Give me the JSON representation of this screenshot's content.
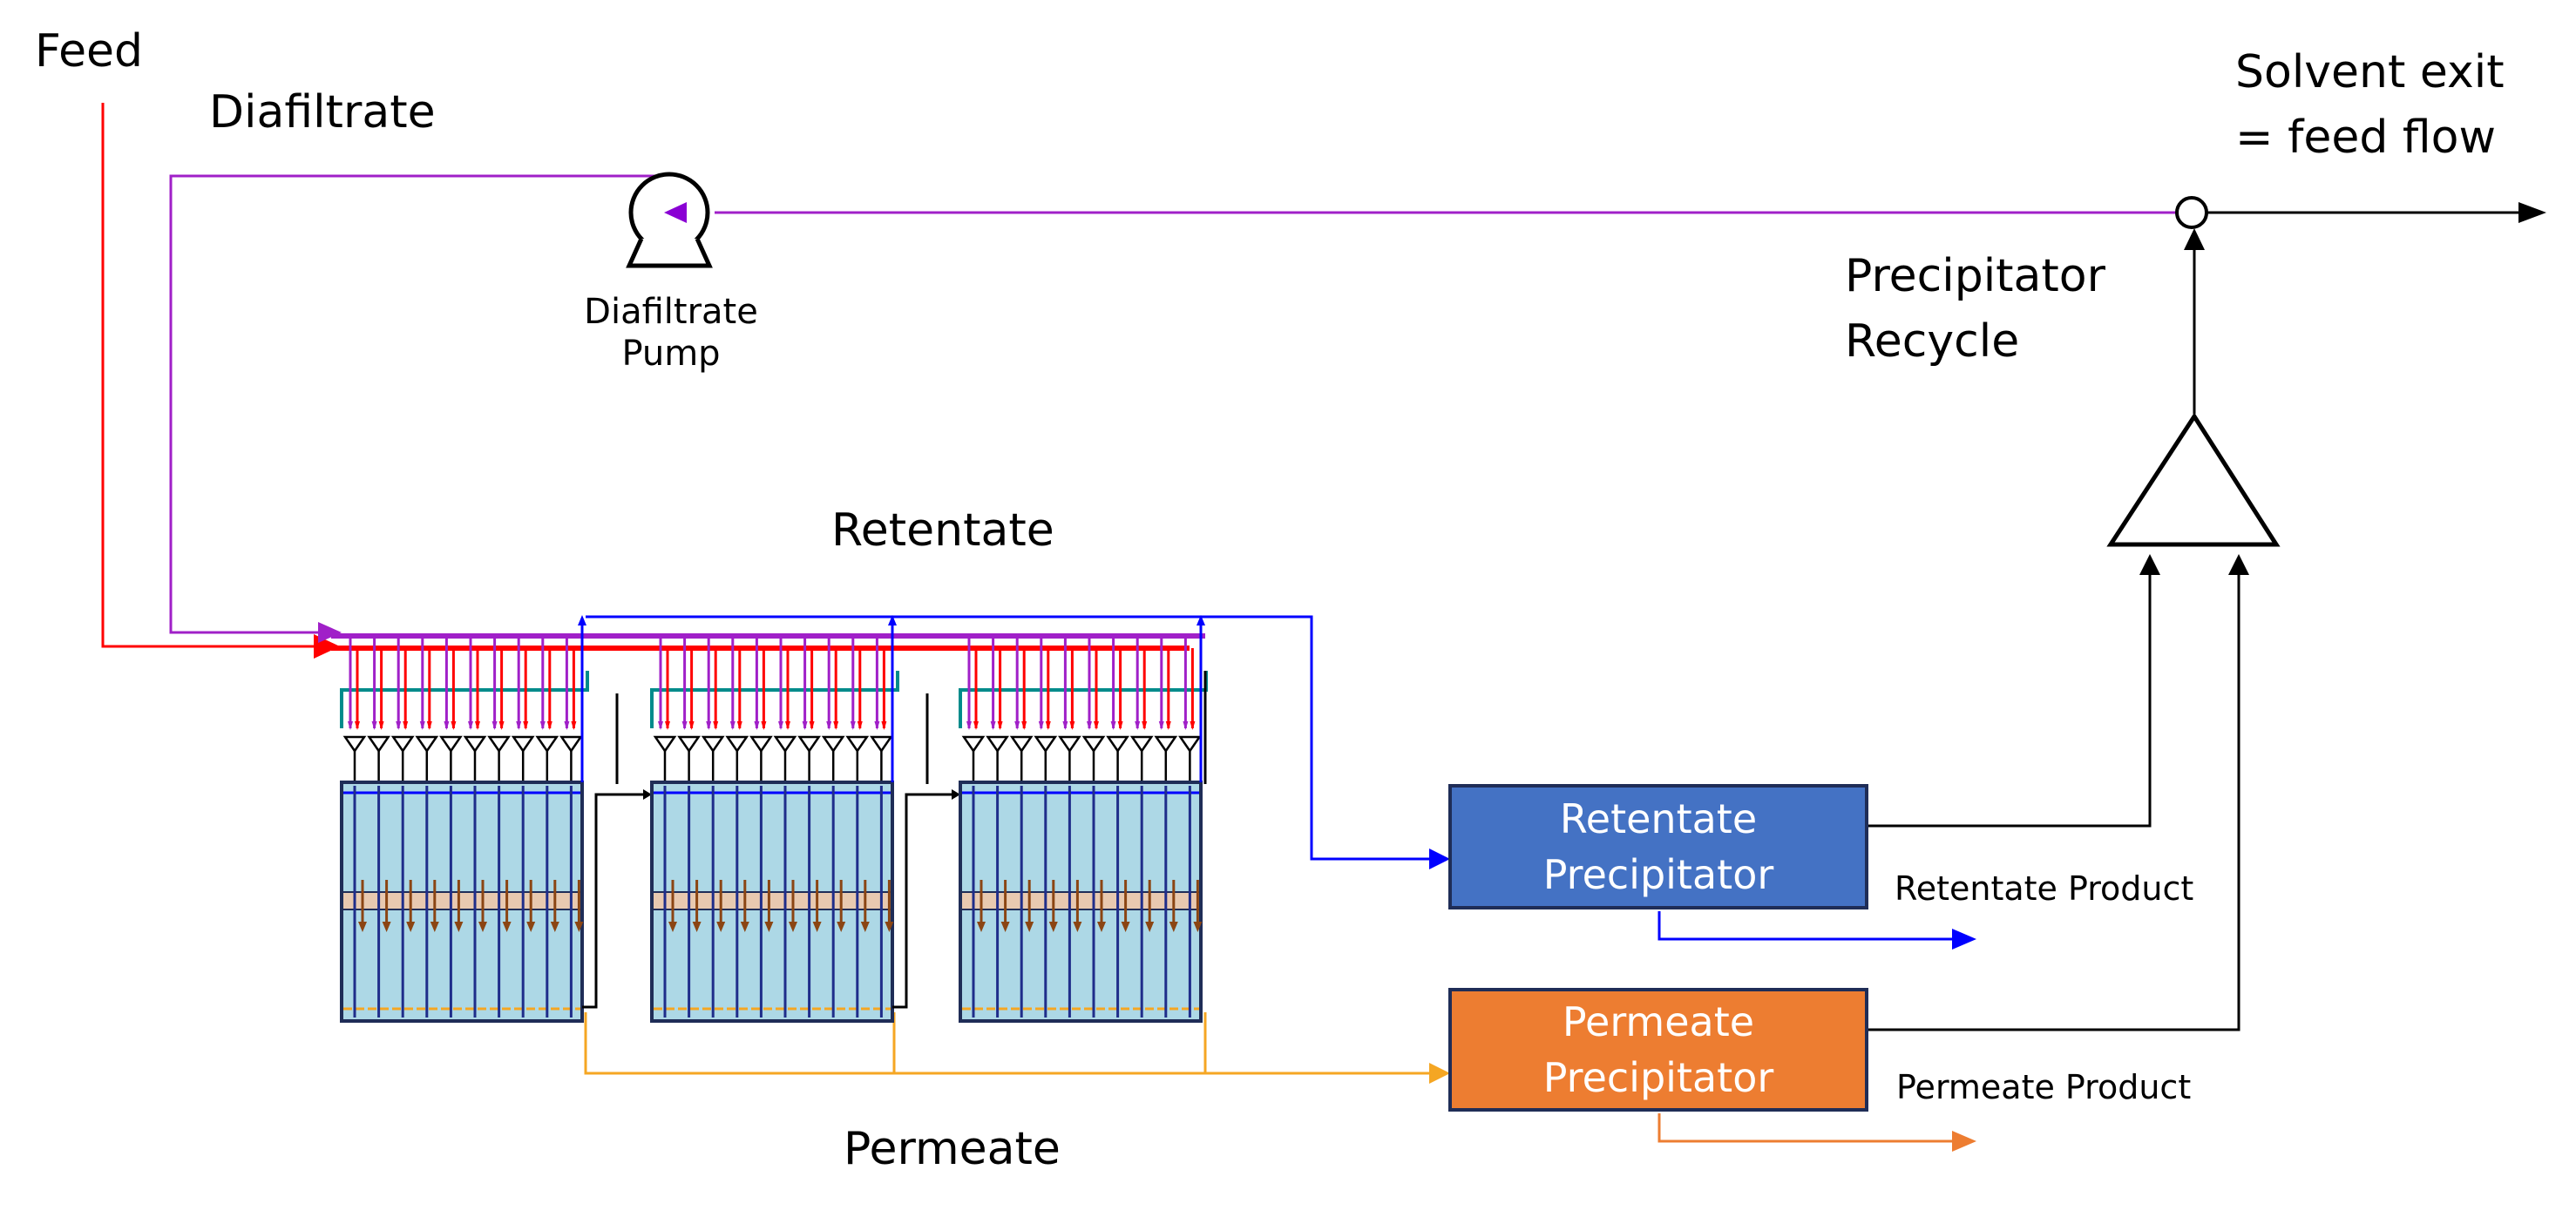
{
  "labels": {
    "feed": "Feed",
    "diafiltrate": "Diafiltrate",
    "pump_line1": "Diafiltrate",
    "pump_line2": "Pump",
    "solvent_line1": "Solvent exit",
    "solvent_line2": "= feed flow",
    "recycle_line1": "Precipitator",
    "recycle_line2": "Recycle",
    "retentate": "Retentate",
    "permeate": "Permeate",
    "retentate_product": "Retentate Product",
    "permeate_product": "Permeate Product"
  },
  "boxes": {
    "retentate_precipitator": {
      "line1": "Retentate",
      "line2": "Precipitator"
    },
    "permeate_precipitator": {
      "line1": "Permeate",
      "line2": "Precipitator"
    }
  },
  "colors": {
    "feed": "#ff0000",
    "diafiltrate": "#a020c8",
    "pump_arrow": "#8a00d4",
    "retentate": "#0000ff",
    "permeate": "#f5a623",
    "recycle_teal": "#008b8b",
    "module_fill": "#add8e6",
    "module_border": "#1f2d57",
    "retentate_box": "#4472c4",
    "permeate_box": "#ed7d31",
    "stripe": "#e8c9b0",
    "down_arrow": "#8b4513"
  }
}
